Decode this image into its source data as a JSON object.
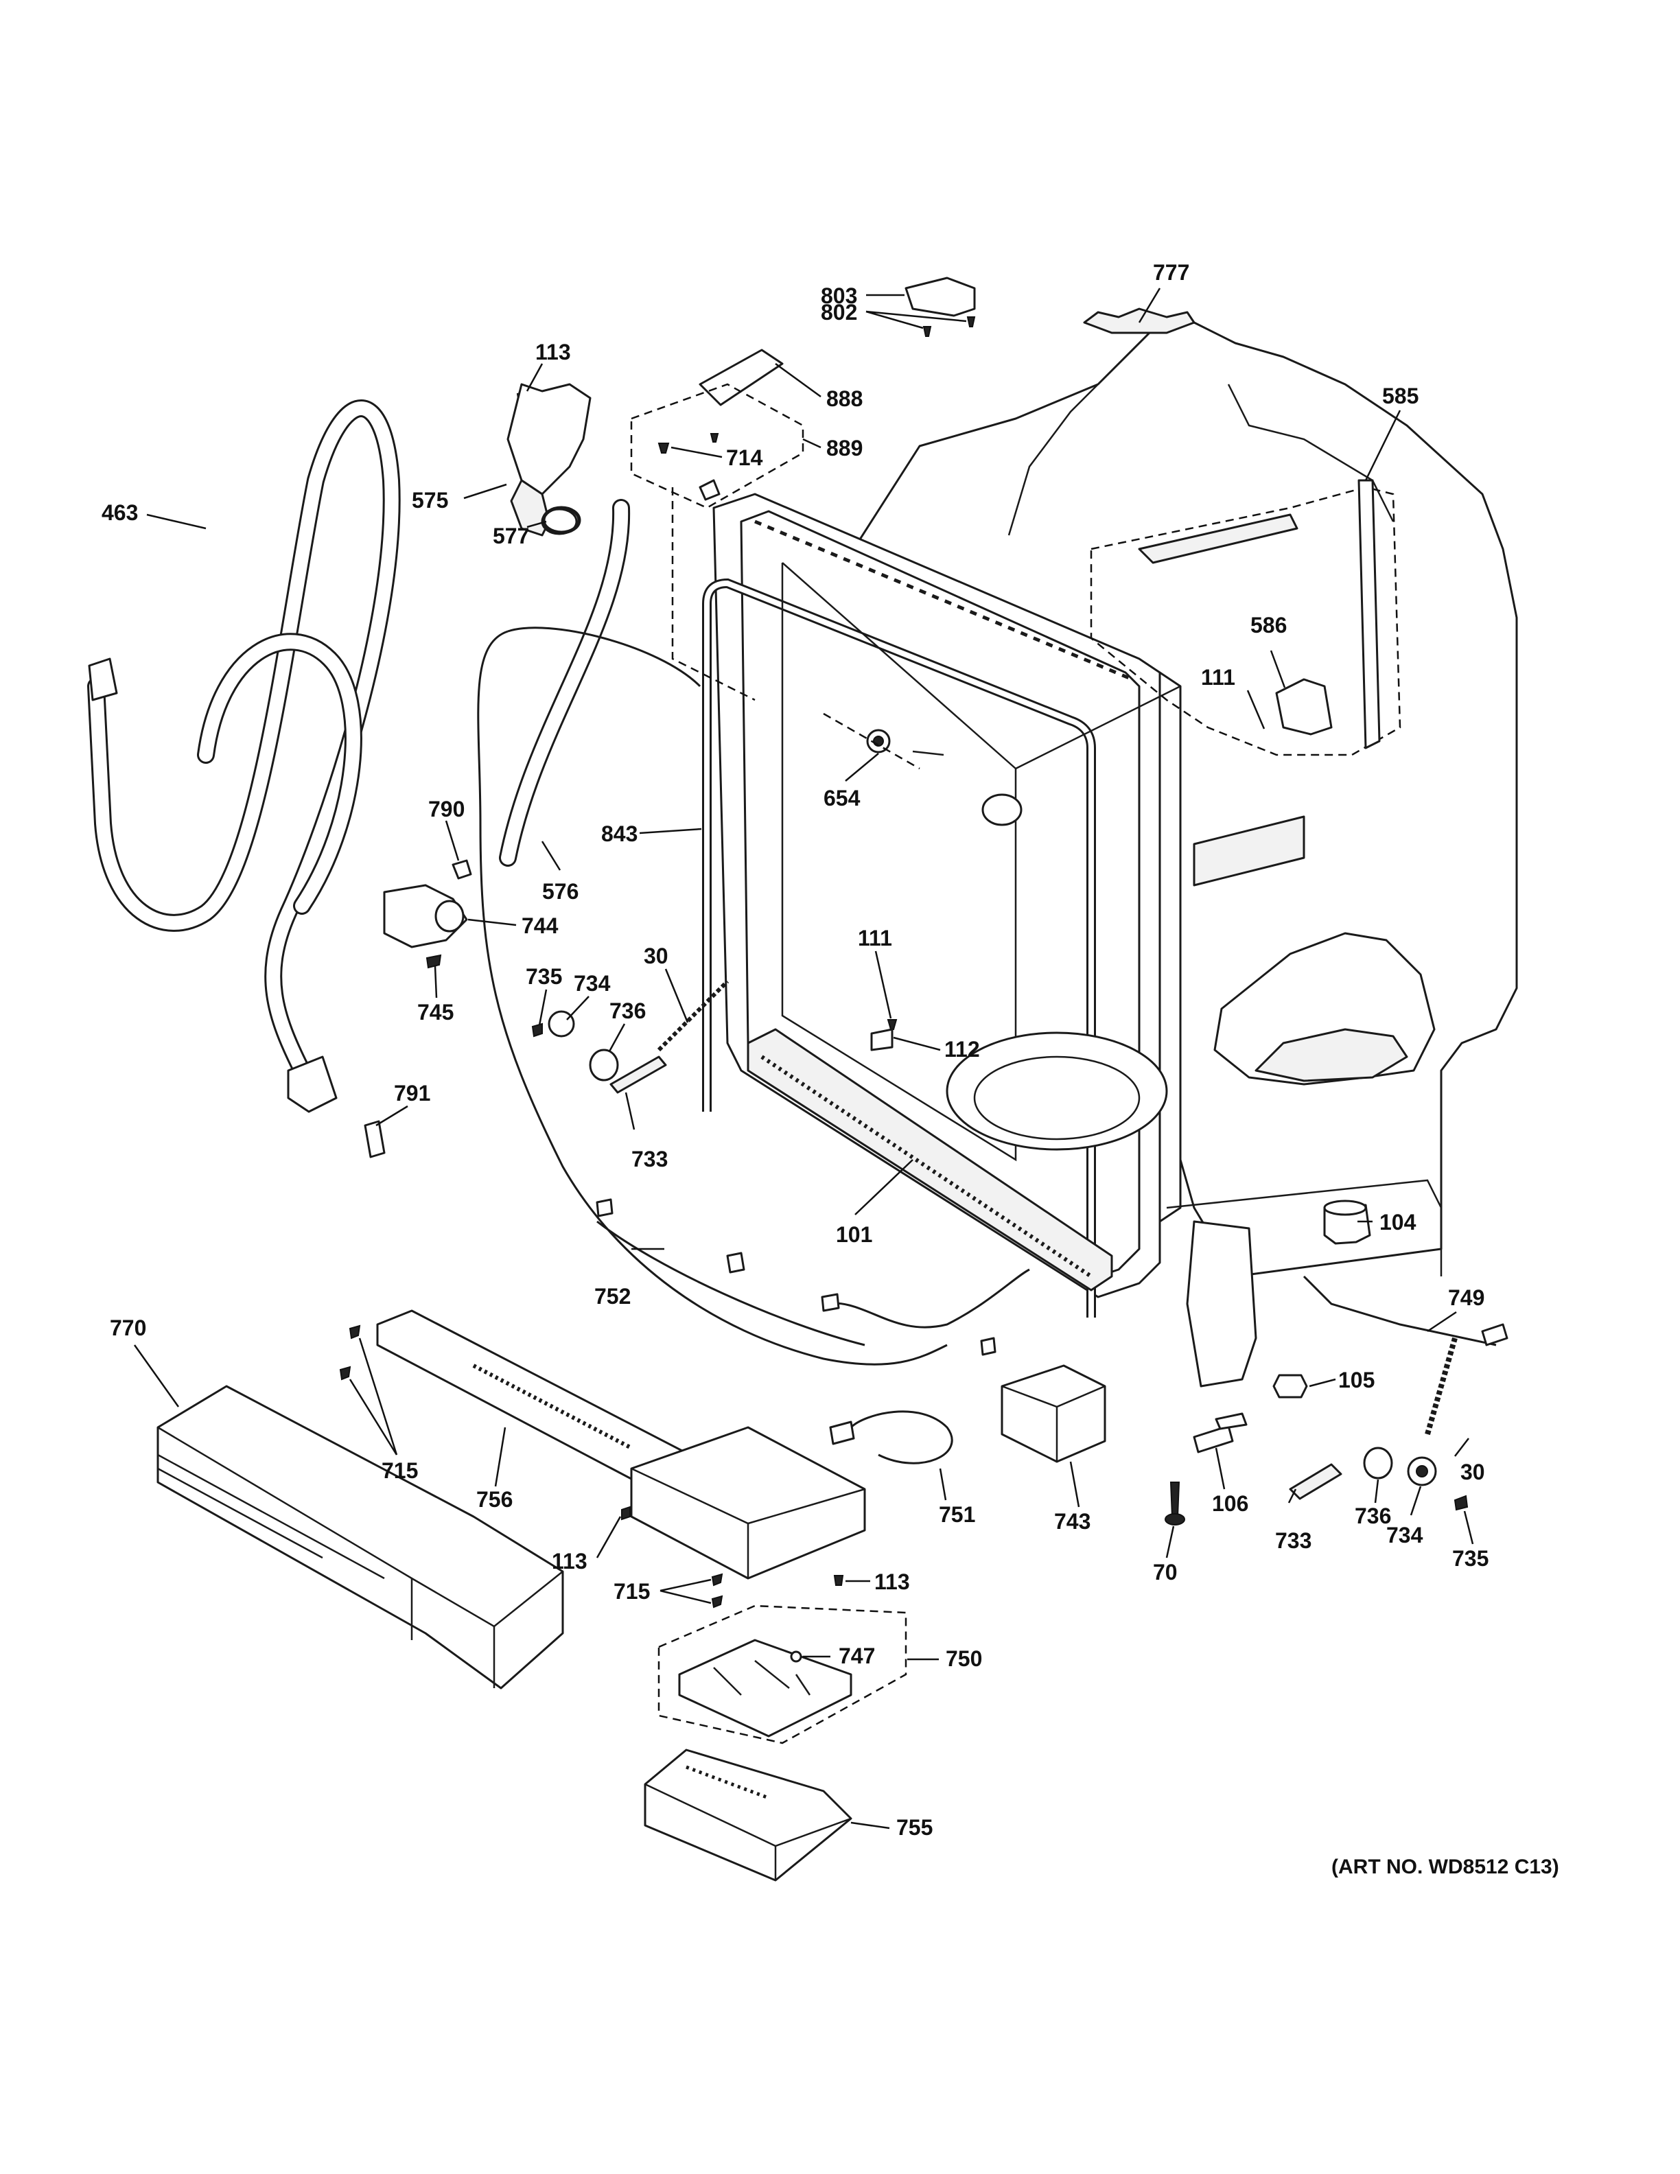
{
  "art_number": "(ART NO. WD8512 C13)",
  "callouts": {
    "c803": "803",
    "c777": "777",
    "c802": "802",
    "c113a": "113",
    "c888": "888",
    "c889": "889",
    "c714": "714",
    "c585": "585",
    "c463": "463",
    "c575": "575",
    "c577": "577",
    "c586": "586",
    "c111a": "111",
    "c654": "654",
    "c790": "790",
    "c843": "843",
    "c576": "576",
    "c744": "744",
    "c111b": "111",
    "c30a": "30",
    "c735a": "735",
    "c734a": "734",
    "c736a": "736",
    "c112": "112",
    "c745": "745",
    "c791": "791",
    "c733a": "733",
    "c104": "104",
    "c101": "101",
    "c752": "752",
    "c749": "749",
    "c770": "770",
    "c105": "105",
    "c30b": "30",
    "c715a": "715",
    "c756": "756",
    "c751": "751",
    "c743": "743",
    "c106": "106",
    "c113b": "113",
    "c113c": "113",
    "c715b": "715",
    "c733b": "733",
    "c736b": "736",
    "c734b": "734",
    "c735b": "735",
    "c70": "70",
    "c747": "747",
    "c750": "750",
    "c755": "755"
  }
}
